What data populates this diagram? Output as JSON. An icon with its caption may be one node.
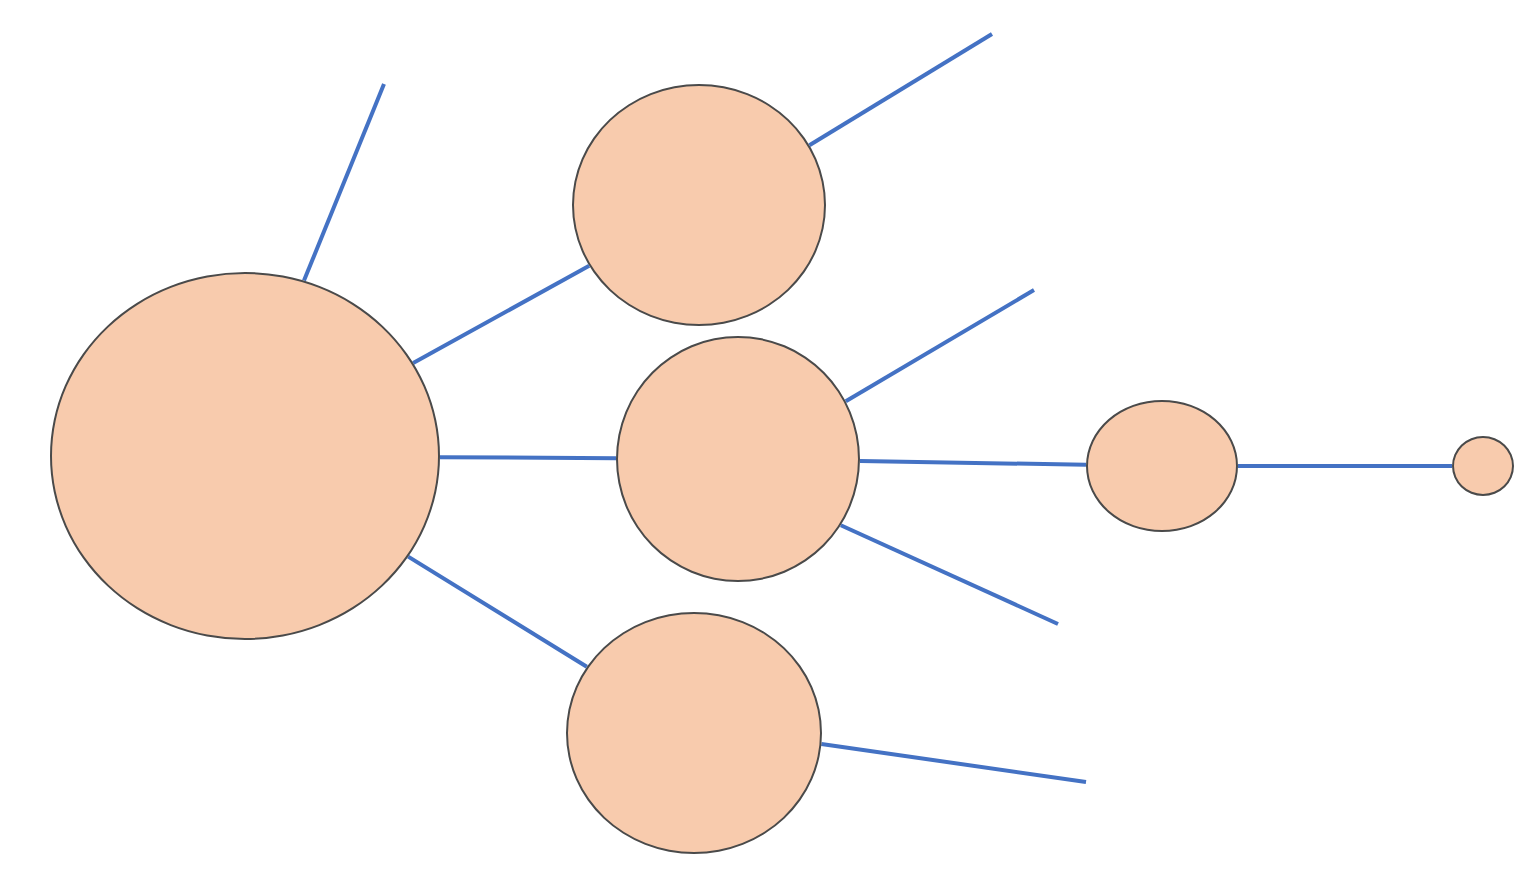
{
  "diagram": {
    "nodes": [
      {
        "text": [],
        "shape": "circle"
      },
      {
        "text": [],
        "shape": "circle"
      },
      {
        "text": [],
        "shape": "circle"
      },
      {
        "text": [],
        "shape": "circle"
      },
      {
        "text": [],
        "shape": "circle"
      },
      {
        "text": [],
        "shape": "circle"
      }
    ],
    "edges": [
      {
        "from": 0,
        "to": null,
        "arrow": "none"
      },
      {
        "from": 0,
        "to": 1,
        "arrow": "none"
      },
      {
        "from": 0,
        "to": 2,
        "arrow": "none"
      },
      {
        "from": 0,
        "to": 3,
        "arrow": "none"
      },
      {
        "from": 1,
        "to": null,
        "arrow": "none"
      },
      {
        "from": 2,
        "to": null,
        "arrow": "none"
      },
      {
        "from": 2,
        "to": 4,
        "arrow": "none"
      },
      {
        "from": 2,
        "to": null,
        "arrow": "none"
      },
      {
        "from": 3,
        "to": null,
        "arrow": "none"
      },
      {
        "from": 4,
        "to": 5,
        "arrow": "none"
      }
    ]
  }
}
